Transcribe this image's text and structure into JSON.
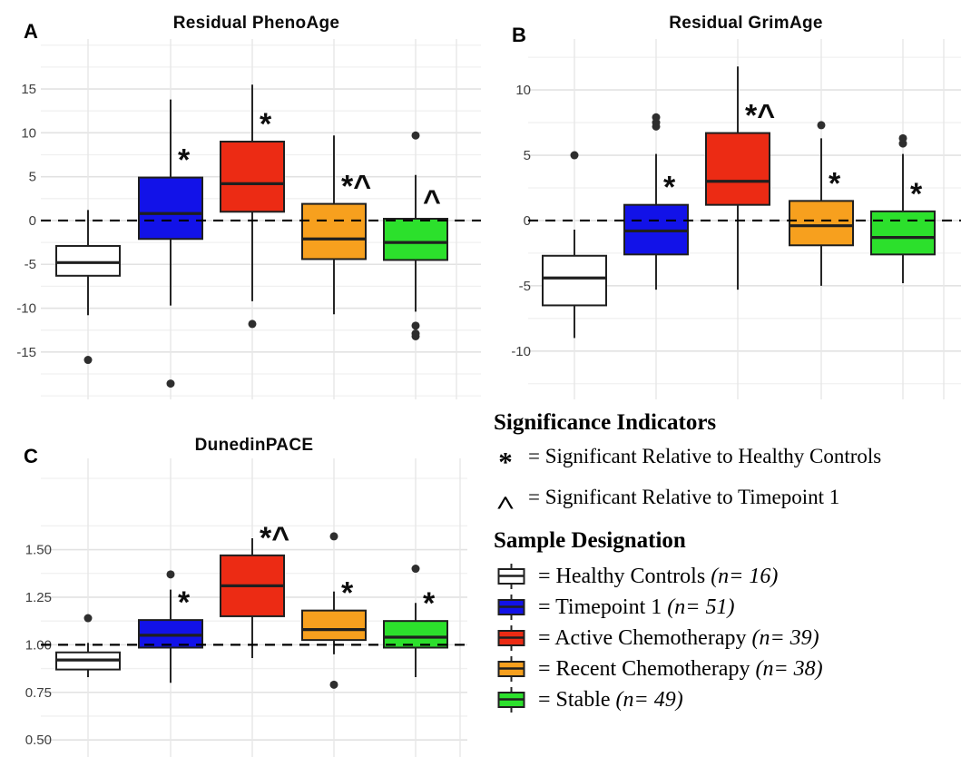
{
  "figure": {
    "background": "#FFFFFF",
    "box_stroke": "#1F1F1F",
    "grid_major": "#E2E2E2",
    "grid_minor": "#F0F0F0"
  },
  "chart_data": [
    {
      "type": "box",
      "panel_label": "A",
      "title": "Residual PhenoAge",
      "ylim": [
        -20.4,
        20.7
      ],
      "yticks": [
        15,
        10,
        5,
        0,
        -5,
        -10,
        -15
      ],
      "ytick_labels": [
        "15",
        "10",
        "5",
        "0",
        "-5",
        "-10",
        "-15"
      ],
      "minor_ticks": [
        20,
        17.5,
        12.5,
        7.5,
        2.5,
        -2.5,
        -7.5,
        -12.5,
        -17.5,
        -20
      ],
      "ref_line": 0,
      "grid": true,
      "groups": [
        {
          "name": "Healthy Controls",
          "color": "#FFFFFF",
          "whisker_low": -10.8,
          "q1": -6.3,
          "median": -4.8,
          "q3": -2.9,
          "whisker_high": 1.2,
          "outliers": [
            -15.9
          ],
          "significance": ""
        },
        {
          "name": "Timepoint 1",
          "color": "#1212E8",
          "whisker_low": -9.7,
          "q1": -2.1,
          "median": 0.8,
          "q3": 4.9,
          "whisker_high": 13.8,
          "outliers": [
            -18.6
          ],
          "significance": "*"
        },
        {
          "name": "Active Chemotherapy",
          "color": "#EC2B14",
          "whisker_low": -9.2,
          "q1": 1.0,
          "median": 4.2,
          "q3": 9.0,
          "whisker_high": 15.5,
          "outliers": [
            -11.8
          ],
          "significance": "*"
        },
        {
          "name": "Recent Chemotherapy",
          "color": "#F7A01E",
          "whisker_low": -10.7,
          "q1": -4.4,
          "median": -2.1,
          "q3": 1.9,
          "whisker_high": 9.7,
          "outliers": [],
          "significance": "*^"
        },
        {
          "name": "Stable",
          "color": "#2CE02C",
          "whisker_low": -10.4,
          "q1": -4.5,
          "median": -2.5,
          "q3": 0.2,
          "whisker_high": 5.2,
          "outliers": [
            9.7,
            -12.0,
            -12.9,
            -13.2
          ],
          "significance": "^"
        }
      ]
    },
    {
      "type": "box",
      "panel_label": "B",
      "title": "Residual GrimAge",
      "ylim": [
        -13.7,
        13.9
      ],
      "yticks": [
        10,
        5,
        0,
        -5,
        -10
      ],
      "ytick_labels": [
        "10",
        "5",
        "0",
        "-5",
        "-10"
      ],
      "minor_ticks": [
        12.5,
        7.5,
        2.5,
        -2.5,
        -7.5,
        -12.5
      ],
      "ref_line": 0,
      "grid": true,
      "groups": [
        {
          "name": "Healthy Controls",
          "color": "#FFFFFF",
          "whisker_low": -9.0,
          "q1": -6.5,
          "median": -4.4,
          "q3": -2.7,
          "whisker_high": -0.7,
          "outliers": [
            5.0
          ],
          "significance": ""
        },
        {
          "name": "Timepoint 1",
          "color": "#1212E8",
          "whisker_low": -5.3,
          "q1": -2.6,
          "median": -0.8,
          "q3": 1.2,
          "whisker_high": 5.1,
          "outliers": [
            7.2,
            7.5,
            7.9
          ],
          "significance": "*"
        },
        {
          "name": "Active Chemotherapy",
          "color": "#EC2B14",
          "whisker_low": -5.3,
          "q1": 1.2,
          "median": 3.0,
          "q3": 6.7,
          "whisker_high": 11.8,
          "outliers": [],
          "significance": "*^"
        },
        {
          "name": "Recent Chemotherapy",
          "color": "#F7A01E",
          "whisker_low": -5.0,
          "q1": -1.9,
          "median": -0.4,
          "q3": 1.5,
          "whisker_high": 6.3,
          "outliers": [
            7.3
          ],
          "significance": "*"
        },
        {
          "name": "Stable",
          "color": "#2CE02C",
          "whisker_low": -4.8,
          "q1": -2.6,
          "median": -1.3,
          "q3": 0.7,
          "whisker_high": 5.1,
          "outliers": [
            5.9,
            6.3
          ],
          "significance": "*"
        }
      ]
    },
    {
      "type": "box",
      "panel_label": "C",
      "title": "DunedinPACE",
      "ylim": [
        0.41,
        1.98
      ],
      "yticks": [
        1.5,
        1.25,
        1.0,
        0.75,
        0.5
      ],
      "ytick_labels": [
        "1.50",
        "1.25",
        "1.00",
        "0.75",
        "0.50"
      ],
      "minor_ticks": [
        1.875,
        1.625,
        1.375,
        1.125,
        0.875,
        0.625
      ],
      "ref_line": 1.0,
      "grid": true,
      "groups": [
        {
          "name": "Healthy Controls",
          "color": "#FFFFFF",
          "whisker_low": 0.83,
          "q1": 0.87,
          "median": 0.92,
          "q3": 0.96,
          "whisker_high": 1.01,
          "outliers": [
            1.14
          ],
          "significance": ""
        },
        {
          "name": "Timepoint 1",
          "color": "#1212E8",
          "whisker_low": 0.8,
          "q1": 0.985,
          "median": 1.05,
          "q3": 1.13,
          "whisker_high": 1.29,
          "outliers": [
            1.37
          ],
          "significance": "*"
        },
        {
          "name": "Active Chemotherapy",
          "color": "#EC2B14",
          "whisker_low": 0.93,
          "q1": 1.15,
          "median": 1.31,
          "q3": 1.47,
          "whisker_high": 1.56,
          "outliers": [],
          "significance": "*^"
        },
        {
          "name": "Recent Chemotherapy",
          "color": "#F7A01E",
          "whisker_low": 0.95,
          "q1": 1.025,
          "median": 1.08,
          "q3": 1.18,
          "whisker_high": 1.28,
          "outliers": [
            1.57,
            0.79
          ],
          "significance": "*"
        },
        {
          "name": "Stable",
          "color": "#2CE02C",
          "whisker_low": 0.83,
          "q1": 0.985,
          "median": 1.04,
          "q3": 1.125,
          "whisker_high": 1.22,
          "outliers": [
            1.4
          ],
          "significance": "*"
        }
      ]
    }
  ],
  "legend": {
    "significance": {
      "title": "Significance Indicators",
      "items": [
        {
          "symbol": "*",
          "text": "= Significant Relative to Healthy Controls"
        },
        {
          "symbol": "^",
          "text": "= Significant Relative to Timepoint 1"
        }
      ]
    },
    "samples": {
      "title": "Sample Designation",
      "items": [
        {
          "color": "#FFFFFF",
          "text": "= Healthy Controls",
          "n": "(n= 16)"
        },
        {
          "color": "#1212E8",
          "text": "= Timepoint 1",
          "n": "(n= 51)"
        },
        {
          "color": "#EC2B14",
          "text": "= Active Chemotherapy",
          "n": "(n= 39)"
        },
        {
          "color": "#F7A01E",
          "text": "= Recent Chemotherapy",
          "n": "(n= 38)"
        },
        {
          "color": "#2CE02C",
          "text": "= Stable",
          "n": "(n= 49)"
        }
      ]
    }
  }
}
